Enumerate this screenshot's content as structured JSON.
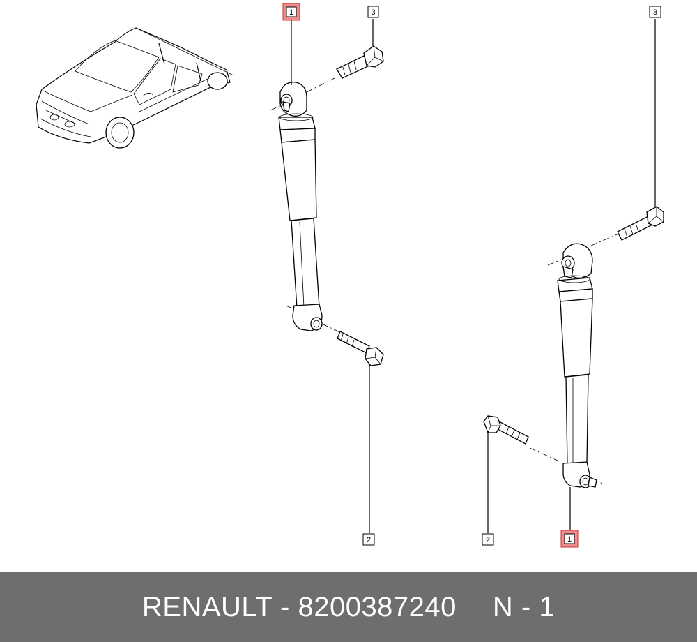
{
  "callouts": {
    "left_shock": "1",
    "left_upper_bolt": "3",
    "left_lower_bolt": "2",
    "right_upper_bolt": "3",
    "right_lower_bolt": "2",
    "right_shock": "1"
  },
  "colors": {
    "highlight": "#f08c8c",
    "footer_bg": "#6e6e6e",
    "footer_text": "#ffffff"
  },
  "footer": {
    "brand": "RENAULT",
    "separator": " - ",
    "part_number": "8200387240",
    "quantity": "N - 1"
  }
}
